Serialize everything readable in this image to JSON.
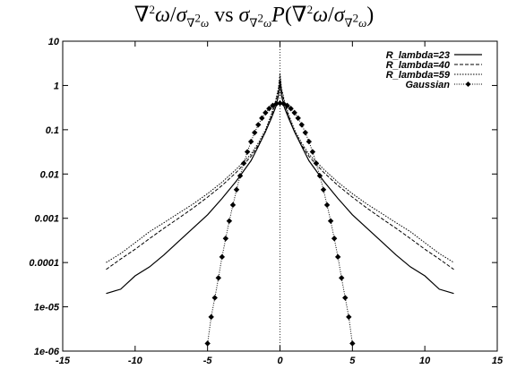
{
  "chart_data": {
    "type": "line",
    "title": "∇²ω/σ∇²ω vs σ∇²ω P(∇²ω/σ∇²ω)",
    "xlabel": "",
    "ylabel": "",
    "xlim": [
      -15,
      15
    ],
    "ylim": [
      1e-06,
      10
    ],
    "yscale": "log",
    "grid": false,
    "legend_position": "top-right",
    "x_ticks": [
      -15,
      -10,
      -5,
      0,
      5,
      10,
      15
    ],
    "x_tick_labels": [
      "-15",
      "-10",
      "-5",
      "0",
      "5",
      "10",
      "15"
    ],
    "y_ticks": [
      1e-06,
      1e-05,
      0.0001,
      0.001,
      0.01,
      0.1,
      1,
      10
    ],
    "y_tick_labels": [
      "1e-06",
      "1e-05",
      "0.0001",
      "0.001",
      "0.01",
      "0.1",
      "1",
      "10"
    ],
    "series": [
      {
        "name": "R_lambda=23",
        "style": "solid",
        "x": [
          -12,
          -11,
          -10,
          -9,
          -8,
          -7,
          -6,
          -5,
          -4,
          -3,
          -2,
          -1.5,
          -1,
          -0.6,
          -0.3,
          -0.1,
          0,
          0.1,
          0.3,
          0.6,
          1,
          1.5,
          2,
          3,
          4,
          5,
          6,
          7,
          8,
          9,
          10,
          11,
          12
        ],
        "y": [
          2e-05,
          2.5e-05,
          5e-05,
          8e-05,
          0.00015,
          0.0003,
          0.0006,
          0.0012,
          0.0028,
          0.007,
          0.02,
          0.042,
          0.09,
          0.18,
          0.32,
          0.6,
          1.2,
          0.6,
          0.32,
          0.18,
          0.09,
          0.042,
          0.02,
          0.007,
          0.0028,
          0.0012,
          0.0006,
          0.0003,
          0.00015,
          8e-05,
          5e-05,
          2.5e-05,
          2e-05
        ]
      },
      {
        "name": "R_lambda=40",
        "style": "dashed",
        "x": [
          -12,
          -11,
          -10,
          -9,
          -8,
          -7,
          -6,
          -5,
          -4,
          -3,
          -2,
          -1.5,
          -1,
          -0.6,
          -0.3,
          -0.1,
          0,
          0.1,
          0.3,
          0.6,
          1,
          1.5,
          2,
          3,
          4,
          5,
          6,
          7,
          8,
          9,
          10,
          11,
          12
        ],
        "y": [
          7e-05,
          0.00012,
          0.0002,
          0.00035,
          0.0006,
          0.001,
          0.0017,
          0.003,
          0.0055,
          0.011,
          0.025,
          0.045,
          0.09,
          0.2,
          0.4,
          0.8,
          1.6,
          0.8,
          0.4,
          0.2,
          0.09,
          0.045,
          0.025,
          0.011,
          0.0055,
          0.003,
          0.0017,
          0.001,
          0.0006,
          0.00035,
          0.0002,
          0.00012,
          7e-05
        ]
      },
      {
        "name": "R_lambda=59",
        "style": "dotted",
        "x": [
          -12,
          -11,
          -10,
          -9,
          -8,
          -7,
          -6,
          -5,
          -4,
          -3,
          -2,
          -1.5,
          -1,
          -0.6,
          -0.3,
          -0.1,
          0,
          0.1,
          0.3,
          0.6,
          1,
          1.5,
          2,
          3,
          4,
          5,
          6,
          7,
          8,
          9,
          10,
          11,
          12
        ],
        "y": [
          0.0001,
          0.00016,
          0.00028,
          0.0005,
          0.0008,
          0.0013,
          0.0021,
          0.0036,
          0.0065,
          0.013,
          0.028,
          0.05,
          0.1,
          0.22,
          0.45,
          0.9,
          1.9,
          0.9,
          0.45,
          0.22,
          0.1,
          0.05,
          0.028,
          0.013,
          0.0065,
          0.0036,
          0.0021,
          0.0013,
          0.0008,
          0.0005,
          0.00028,
          0.00016,
          0.0001
        ]
      },
      {
        "name": "Gaussian",
        "style": "dotted-markers",
        "x": [
          -5,
          -4.75,
          -4.5,
          -4.25,
          -4,
          -3.75,
          -3.5,
          -3.25,
          -3,
          -2.75,
          -2.5,
          -2.25,
          -2,
          -1.75,
          -1.5,
          -1.25,
          -1,
          -0.75,
          -0.5,
          -0.25,
          0,
          0.25,
          0.5,
          0.75,
          1,
          1.25,
          1.5,
          1.75,
          2,
          2.25,
          2.5,
          2.75,
          3,
          3.25,
          3.5,
          3.75,
          4,
          4.25,
          4.5,
          4.75,
          5
        ],
        "y": [
          1.49e-06,
          5.9e-06,
          1.6e-05,
          4.5e-05,
          0.000134,
          0.00035,
          0.00087,
          0.002,
          0.00443,
          0.0091,
          0.0175,
          0.0317,
          0.054,
          0.0863,
          0.1295,
          0.1826,
          0.242,
          0.3011,
          0.3521,
          0.3867,
          0.3989,
          0.3867,
          0.3521,
          0.3011,
          0.242,
          0.1826,
          0.1295,
          0.0863,
          0.054,
          0.0317,
          0.0175,
          0.0091,
          0.00443,
          0.002,
          0.00087,
          0.00035,
          0.000134,
          4.5e-05,
          1.6e-05,
          5.9e-06,
          1.49e-06
        ]
      }
    ]
  }
}
